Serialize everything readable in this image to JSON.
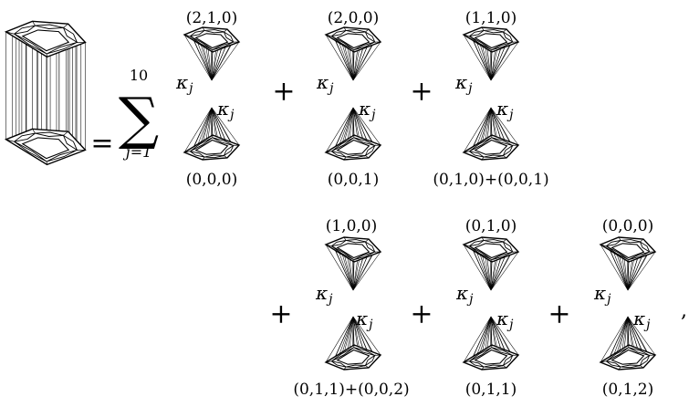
{
  "equals": "=",
  "sum_symbol": "∑",
  "sum_upper": "10",
  "sum_lower": "j=1",
  "plus": "+",
  "comma": ",",
  "kappa": "κ",
  "kappa_sub": "j",
  "terms": [
    {
      "top": "(2,1,0)",
      "bottom": "(0,0,0)"
    },
    {
      "top": "(2,0,0)",
      "bottom": "(0,0,1)"
    },
    {
      "top": "(1,1,0)",
      "bottom": "(0,1,0)+(0,0,1)"
    },
    {
      "top": "(1,0,0)",
      "bottom": "(0,1,1)+(0,0,2)"
    },
    {
      "top": "(0,1,0)",
      "bottom": "(0,1,1)"
    },
    {
      "top": "(0,0,0)",
      "bottom": "(0,1,2)"
    }
  ]
}
